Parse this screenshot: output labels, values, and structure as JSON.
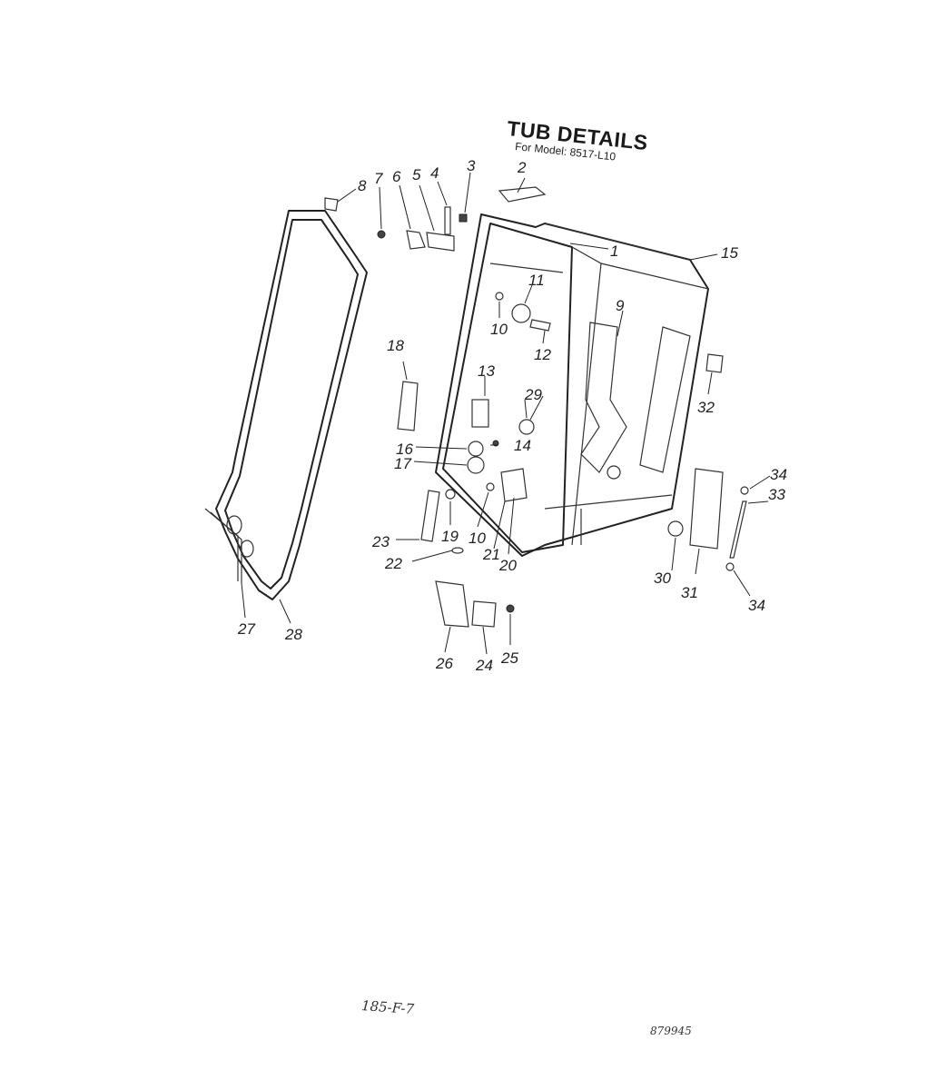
{
  "header": {
    "title": "TUB DETAILS",
    "subtitle": "For Model: 8517-L10"
  },
  "callouts": [
    "1",
    "2",
    "3",
    "4",
    "5",
    "6",
    "7",
    "8",
    "9",
    "10",
    "11",
    "12",
    "13",
    "14",
    "15",
    "16",
    "17",
    "18",
    "19",
    "10",
    "20",
    "21",
    "22",
    "23",
    "24",
    "25",
    "26",
    "27",
    "28",
    "29",
    "30",
    "31",
    "32",
    "33",
    "34",
    "34"
  ],
  "footer": {
    "handwritten_note": "185-F-7",
    "part_code": "879945"
  }
}
